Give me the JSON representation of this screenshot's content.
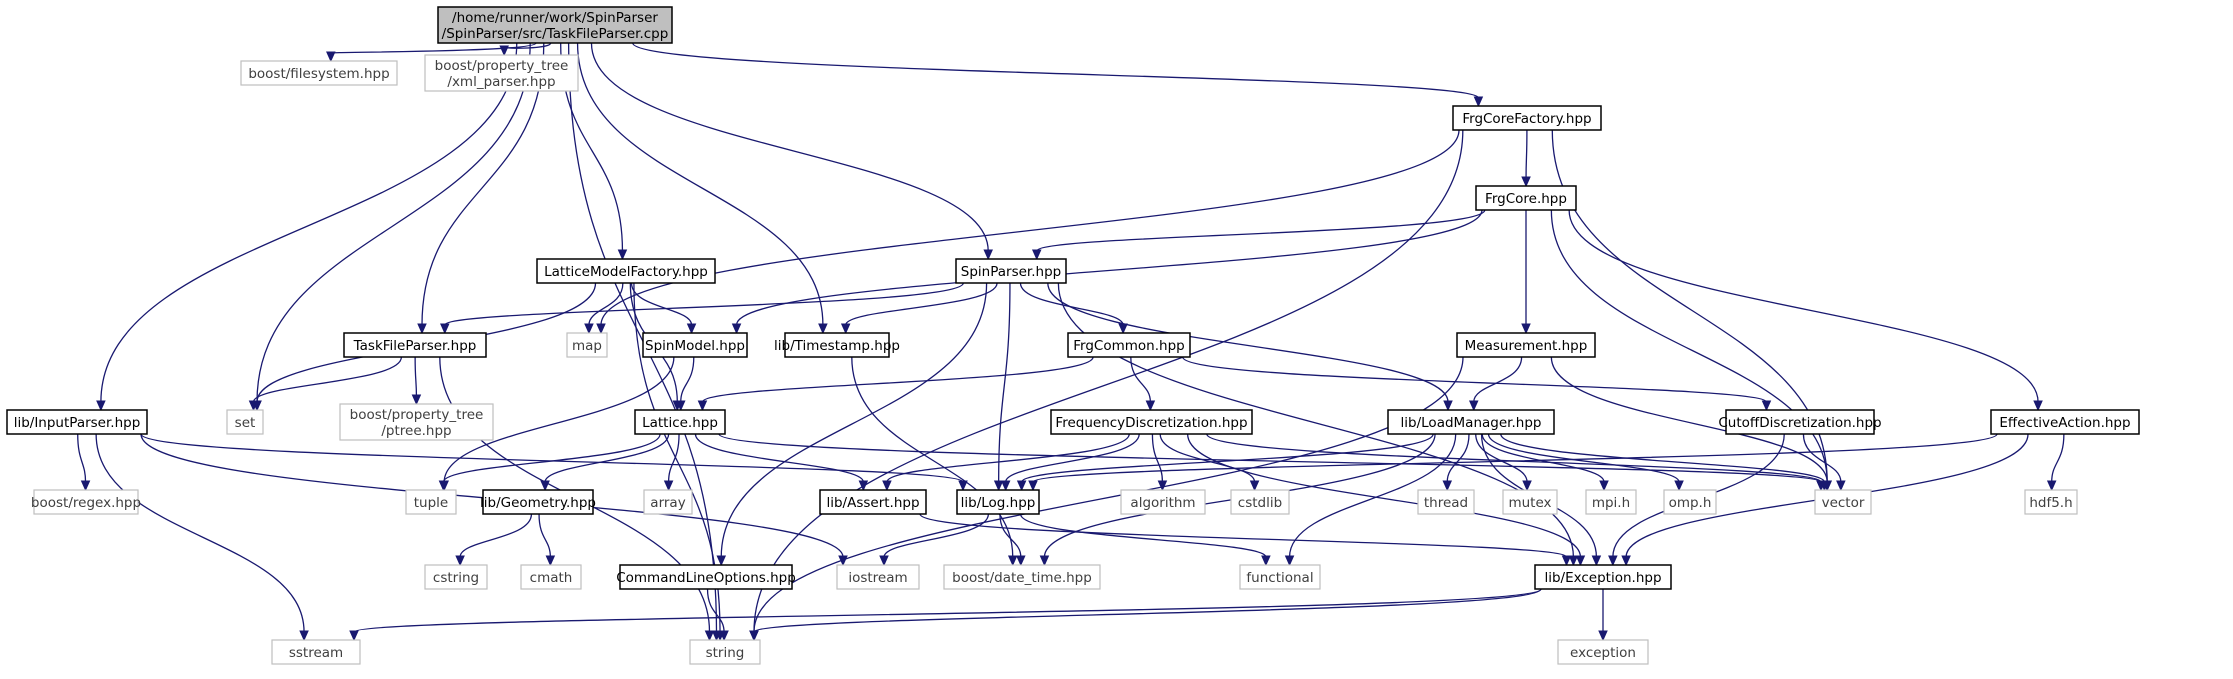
{
  "diagram": {
    "type": "include-dependency-graph",
    "colors": {
      "edge": "#191970",
      "root_fill": "#bfbfbf",
      "project_border": "#000000",
      "system_border": "#bfbfbf",
      "system_text": "#404040"
    },
    "nodes": [
      {
        "id": "root",
        "lines": [
          "/home/runner/work/SpinParser",
          "/SpinParser/src/TaskFileParser.cpp"
        ],
        "kind": "root"
      },
      {
        "id": "boost_fs",
        "lines": [
          "boost/filesystem.hpp"
        ],
        "kind": "system"
      },
      {
        "id": "boost_xml",
        "lines": [
          "boost/property_tree",
          "/xml_parser.hpp"
        ],
        "kind": "system"
      },
      {
        "id": "frgcorefactory",
        "lines": [
          "FrgCoreFactory.hpp"
        ],
        "kind": "project"
      },
      {
        "id": "frgcore",
        "lines": [
          "FrgCore.hpp"
        ],
        "kind": "project"
      },
      {
        "id": "latticemodelfactory",
        "lines": [
          "LatticeModelFactory.hpp"
        ],
        "kind": "project"
      },
      {
        "id": "spinparser",
        "lines": [
          "SpinParser.hpp"
        ],
        "kind": "project"
      },
      {
        "id": "taskfileparser",
        "lines": [
          "TaskFileParser.hpp"
        ],
        "kind": "project"
      },
      {
        "id": "map",
        "lines": [
          "map"
        ],
        "kind": "system"
      },
      {
        "id": "spinmodel",
        "lines": [
          "SpinModel.hpp"
        ],
        "kind": "project"
      },
      {
        "id": "timestamp",
        "lines": [
          "lib/Timestamp.hpp"
        ],
        "kind": "project"
      },
      {
        "id": "frgcommon",
        "lines": [
          "FrgCommon.hpp"
        ],
        "kind": "project"
      },
      {
        "id": "measurement",
        "lines": [
          "Measurement.hpp"
        ],
        "kind": "project"
      },
      {
        "id": "set",
        "lines": [
          "set"
        ],
        "kind": "system"
      },
      {
        "id": "boost_ptree",
        "lines": [
          "boost/property_tree",
          "/ptree.hpp"
        ],
        "kind": "system"
      },
      {
        "id": "lattice",
        "lines": [
          "Lattice.hpp"
        ],
        "kind": "project"
      },
      {
        "id": "freqdisc",
        "lines": [
          "FrequencyDiscretization.hpp"
        ],
        "kind": "project"
      },
      {
        "id": "loadmanager",
        "lines": [
          "lib/LoadManager.hpp"
        ],
        "kind": "project"
      },
      {
        "id": "cutoffdisc",
        "lines": [
          "CutoffDiscretization.hpp"
        ],
        "kind": "project"
      },
      {
        "id": "effectiveaction",
        "lines": [
          "EffectiveAction.hpp"
        ],
        "kind": "project"
      },
      {
        "id": "inputparser",
        "lines": [
          "lib/InputParser.hpp"
        ],
        "kind": "project"
      },
      {
        "id": "boost_regex",
        "lines": [
          "boost/regex.hpp"
        ],
        "kind": "system"
      },
      {
        "id": "tuple",
        "lines": [
          "tuple"
        ],
        "kind": "system"
      },
      {
        "id": "geometry",
        "lines": [
          "lib/Geometry.hpp"
        ],
        "kind": "project"
      },
      {
        "id": "array",
        "lines": [
          "array"
        ],
        "kind": "system"
      },
      {
        "id": "assert",
        "lines": [
          "lib/Assert.hpp"
        ],
        "kind": "project"
      },
      {
        "id": "log",
        "lines": [
          "lib/Log.hpp"
        ],
        "kind": "project"
      },
      {
        "id": "algorithm",
        "lines": [
          "algorithm"
        ],
        "kind": "system"
      },
      {
        "id": "cstdlib",
        "lines": [
          "cstdlib"
        ],
        "kind": "system"
      },
      {
        "id": "thread",
        "lines": [
          "thread"
        ],
        "kind": "system"
      },
      {
        "id": "mutex",
        "lines": [
          "mutex"
        ],
        "kind": "system"
      },
      {
        "id": "mpi",
        "lines": [
          "mpi.h"
        ],
        "kind": "system"
      },
      {
        "id": "omp",
        "lines": [
          "omp.h"
        ],
        "kind": "system"
      },
      {
        "id": "vector",
        "lines": [
          "vector"
        ],
        "kind": "system"
      },
      {
        "id": "hdf5",
        "lines": [
          "hdf5.h"
        ],
        "kind": "system"
      },
      {
        "id": "cstring",
        "lines": [
          "cstring"
        ],
        "kind": "system"
      },
      {
        "id": "cmath",
        "lines": [
          "cmath"
        ],
        "kind": "system"
      },
      {
        "id": "cmdline",
        "lines": [
          "CommandLineOptions.hpp"
        ],
        "kind": "project"
      },
      {
        "id": "iostream",
        "lines": [
          "iostream"
        ],
        "kind": "system"
      },
      {
        "id": "boost_dt",
        "lines": [
          "boost/date_time.hpp"
        ],
        "kind": "system"
      },
      {
        "id": "functional",
        "lines": [
          "functional"
        ],
        "kind": "system"
      },
      {
        "id": "exception_h",
        "lines": [
          "lib/Exception.hpp"
        ],
        "kind": "project"
      },
      {
        "id": "sstream",
        "lines": [
          "sstream"
        ],
        "kind": "system"
      },
      {
        "id": "string",
        "lines": [
          "string"
        ],
        "kind": "system"
      },
      {
        "id": "exception",
        "lines": [
          "exception"
        ],
        "kind": "system"
      }
    ],
    "edges": [
      [
        "root",
        "boost_fs"
      ],
      [
        "root",
        "boost_xml"
      ],
      [
        "root",
        "frgcorefactory"
      ],
      [
        "root",
        "latticemodelfactory"
      ],
      [
        "root",
        "spinparser"
      ],
      [
        "root",
        "taskfileparser"
      ],
      [
        "root",
        "timestamp"
      ],
      [
        "root",
        "set"
      ],
      [
        "root",
        "inputparser"
      ],
      [
        "root",
        "string"
      ],
      [
        "frgcorefactory",
        "frgcore"
      ],
      [
        "frgcorefactory",
        "map"
      ],
      [
        "frgcorefactory",
        "vector"
      ],
      [
        "frgcorefactory",
        "string"
      ],
      [
        "frgcore",
        "spinparser"
      ],
      [
        "frgcore",
        "spinmodel"
      ],
      [
        "frgcore",
        "measurement"
      ],
      [
        "frgcore",
        "effectiveaction"
      ],
      [
        "frgcore",
        "vector"
      ],
      [
        "latticemodelfactory",
        "map"
      ],
      [
        "latticemodelfactory",
        "spinmodel"
      ],
      [
        "latticemodelfactory",
        "lattice"
      ],
      [
        "latticemodelfactory",
        "set"
      ],
      [
        "latticemodelfactory",
        "string"
      ],
      [
        "spinparser",
        "taskfileparser"
      ],
      [
        "spinparser",
        "timestamp"
      ],
      [
        "spinparser",
        "frgcommon"
      ],
      [
        "spinparser",
        "loadmanager"
      ],
      [
        "spinparser",
        "log"
      ],
      [
        "spinparser",
        "cmdline"
      ],
      [
        "spinparser",
        "exception_h"
      ],
      [
        "taskfileparser",
        "set"
      ],
      [
        "taskfileparser",
        "boost_ptree"
      ],
      [
        "taskfileparser",
        "string"
      ],
      [
        "spinmodel",
        "lattice"
      ],
      [
        "spinmodel",
        "tuple"
      ],
      [
        "timestamp",
        "boost_dt"
      ],
      [
        "frgcommon",
        "lattice"
      ],
      [
        "frgcommon",
        "freqdisc"
      ],
      [
        "frgcommon",
        "cutoffdisc"
      ],
      [
        "measurement",
        "loadmanager"
      ],
      [
        "measurement",
        "vector"
      ],
      [
        "measurement",
        "string"
      ],
      [
        "lattice",
        "tuple"
      ],
      [
        "lattice",
        "geometry"
      ],
      [
        "lattice",
        "array"
      ],
      [
        "lattice",
        "assert"
      ],
      [
        "lattice",
        "vector"
      ],
      [
        "freqdisc",
        "assert"
      ],
      [
        "freqdisc",
        "log"
      ],
      [
        "freqdisc",
        "algorithm"
      ],
      [
        "freqdisc",
        "cstdlib"
      ],
      [
        "freqdisc",
        "exception_h"
      ],
      [
        "freqdisc",
        "vector"
      ],
      [
        "loadmanager",
        "log"
      ],
      [
        "loadmanager",
        "thread"
      ],
      [
        "loadmanager",
        "mutex"
      ],
      [
        "loadmanager",
        "mpi"
      ],
      [
        "loadmanager",
        "omp"
      ],
      [
        "loadmanager",
        "vector"
      ],
      [
        "loadmanager",
        "functional"
      ],
      [
        "loadmanager",
        "boost_dt"
      ],
      [
        "loadmanager",
        "exception_h"
      ],
      [
        "cutoffdisc",
        "vector"
      ],
      [
        "cutoffdisc",
        "exception_h"
      ],
      [
        "effectiveaction",
        "hdf5"
      ],
      [
        "effectiveaction",
        "log"
      ],
      [
        "effectiveaction",
        "exception_h"
      ],
      [
        "inputparser",
        "boost_regex"
      ],
      [
        "inputparser",
        "log"
      ],
      [
        "inputparser",
        "iostream"
      ],
      [
        "inputparser",
        "sstream"
      ],
      [
        "geometry",
        "cstring"
      ],
      [
        "geometry",
        "cmath"
      ],
      [
        "assert",
        "exception_h"
      ],
      [
        "log",
        "iostream"
      ],
      [
        "log",
        "boost_dt"
      ],
      [
        "log",
        "functional"
      ],
      [
        "cmdline",
        "string"
      ],
      [
        "exception_h",
        "sstream"
      ],
      [
        "exception_h",
        "string"
      ],
      [
        "exception_h",
        "exception"
      ]
    ]
  }
}
